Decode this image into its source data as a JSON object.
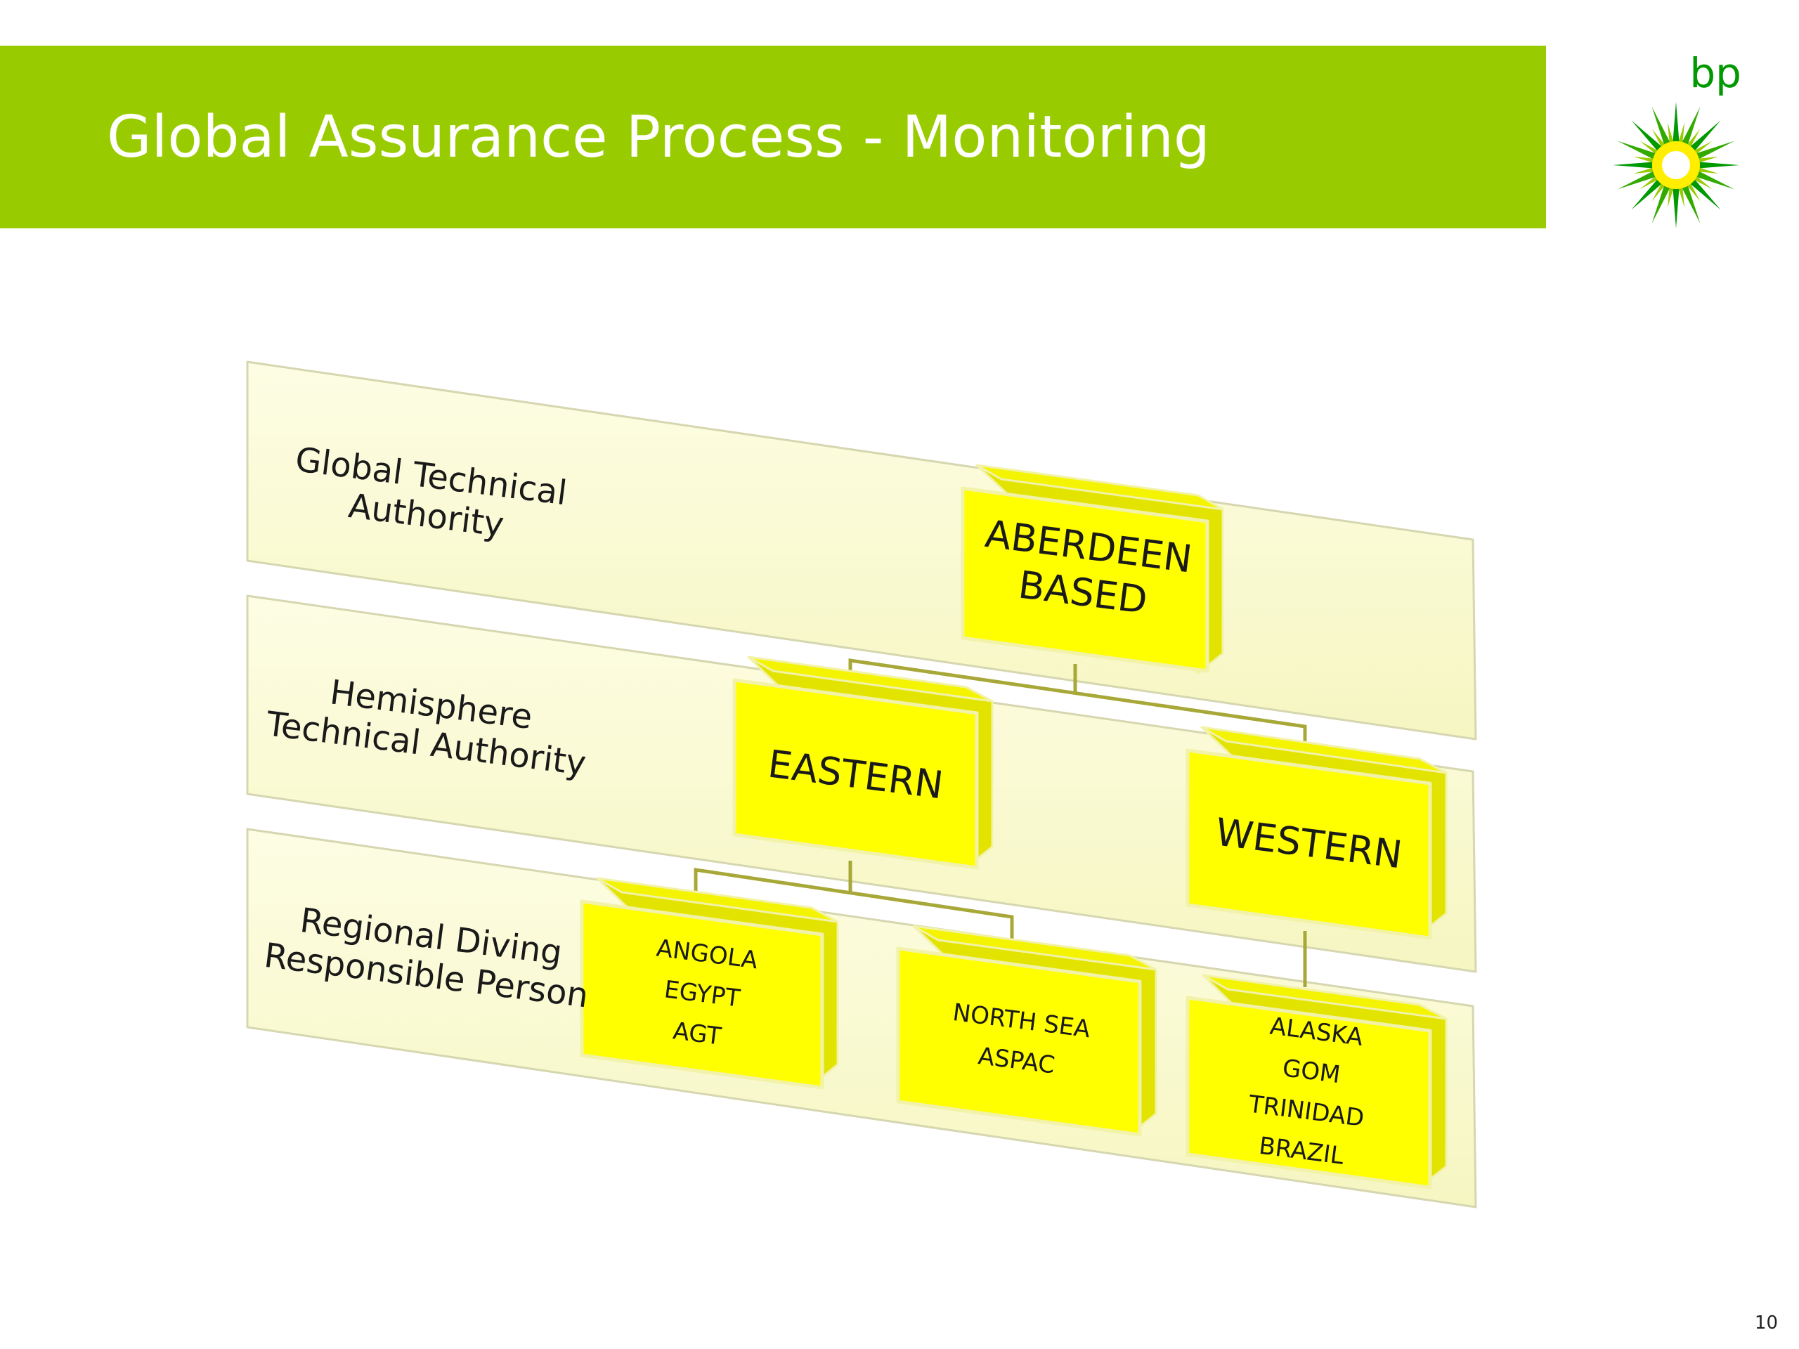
{
  "slide": {
    "title": "Global Assurance Process - Monitoring",
    "page_number": "10",
    "logo_text": "bp"
  },
  "colors": {
    "header_green": "#99cc00",
    "band_fill": "#fbfbd5",
    "box_yellow": "#ffff00",
    "connector": "#a8a838"
  },
  "tiers": [
    {
      "lines": [
        "Global Technical",
        "Authority"
      ]
    },
    {
      "lines": [
        "Hemisphere",
        "Technical Authority"
      ]
    },
    {
      "lines": [
        "Regional Diving",
        "Responsible Person"
      ]
    }
  ],
  "nodes": {
    "aberdeen": {
      "lines": [
        "ABERDEEN",
        "BASED"
      ]
    },
    "eastern": {
      "lines": [
        "EASTERN"
      ]
    },
    "western": {
      "lines": [
        "WESTERN"
      ]
    },
    "angola": {
      "lines": [
        "ANGOLA",
        "EGYPT",
        "AGT"
      ]
    },
    "northsea": {
      "lines": [
        "NORTH SEA",
        "ASPAC"
      ]
    },
    "alaska": {
      "lines": [
        "ALASKA",
        "GOM",
        "TRINIDAD",
        "BRAZIL"
      ]
    }
  }
}
